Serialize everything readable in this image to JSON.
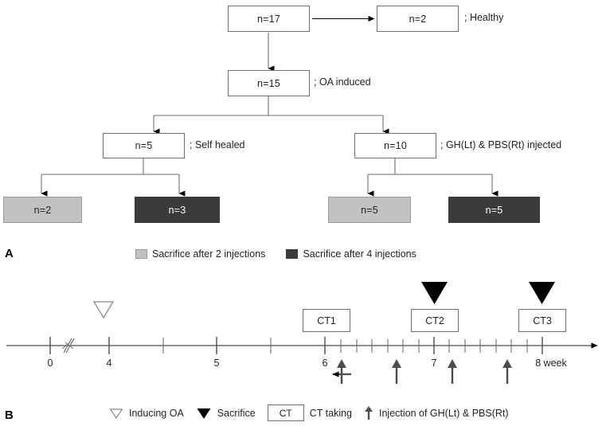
{
  "figure": {
    "panels": [
      {
        "letter": "A"
      },
      {
        "letter": "B"
      }
    ]
  },
  "panel_a": {
    "letter": "A",
    "nodes": {
      "total": {
        "label": "n=17",
        "fill": "white"
      },
      "healthy": {
        "label": "n=2",
        "fill": "white",
        "side_label": "; Healthy"
      },
      "oa_induced": {
        "label": "n=15",
        "fill": "white",
        "side_label": "; OA induced"
      },
      "self_healed": {
        "label": "n=5",
        "fill": "white",
        "side_label": "; Self healed"
      },
      "injected": {
        "label": "n=10",
        "fill": "white",
        "side_label": "; GH(Lt) & PBS(Rt) injected"
      },
      "sh_two": {
        "label": "n=2",
        "fill": "gray"
      },
      "sh_four": {
        "label": "n=3",
        "fill": "dark"
      },
      "inj_two": {
        "label": "n=5",
        "fill": "gray"
      },
      "inj_four": {
        "label": "n=5",
        "fill": "dark"
      }
    },
    "legend": [
      {
        "swatch": "gray",
        "label": "Sacrifice after 2 injections"
      },
      {
        "swatch": "dark",
        "label": "Sacrifice after 4 injections"
      }
    ]
  },
  "panel_b": {
    "letter": "B",
    "axis": {
      "unit_label": "8 week",
      "break_symbol": "axis-break"
    },
    "tick_labels": [
      "0",
      "4",
      "5",
      "6",
      "7",
      "8 week"
    ],
    "ct_nodes": [
      {
        "label": "CT1"
      },
      {
        "label": "CT2"
      },
      {
        "label": "CT3"
      }
    ],
    "markers": {
      "inducing_oa": "open-triangle",
      "sacrifice": "filled-triangle",
      "injection": "up-arrow"
    },
    "legend": [
      {
        "glyph": "open-triangle",
        "label": "Inducing OA"
      },
      {
        "glyph": "filled-triangle",
        "label": "Sacrifice"
      },
      {
        "glyph": "ct-box",
        "label": "CT taking",
        "box_text": "CT"
      },
      {
        "glyph": "up-arrow",
        "label": "Injection of GH(Lt) & PBS(Rt)"
      }
    ]
  },
  "colors": {
    "line": "#6e6e6e",
    "arrow": "#000000",
    "gray_fill": "#c2c2c2",
    "dark_fill": "#3b3b3b",
    "text": "#231f20"
  },
  "chart_data": {
    "type": "diagram",
    "title": "Study design flowchart and experimental timeline",
    "flow": {
      "nodes": [
        {
          "id": "total",
          "n": 17,
          "text": "n=17"
        },
        {
          "id": "healthy",
          "n": 2,
          "text": "n=2",
          "annotation": "Healthy"
        },
        {
          "id": "oa_induced",
          "n": 15,
          "text": "n=15",
          "annotation": "OA induced"
        },
        {
          "id": "self_healed",
          "n": 5,
          "text": "n=5",
          "annotation": "Self healed"
        },
        {
          "id": "injected",
          "n": 10,
          "text": "n=10",
          "annotation": "GH(Lt) & PBS(Rt) injected"
        },
        {
          "id": "sh_two",
          "n": 2,
          "text": "n=2",
          "group": "Sacrifice after 2 injections"
        },
        {
          "id": "sh_four",
          "n": 3,
          "text": "n=3",
          "group": "Sacrifice after 4 injections"
        },
        {
          "id": "inj_two",
          "n": 5,
          "text": "n=5",
          "group": "Sacrifice after 2 injections"
        },
        {
          "id": "inj_four",
          "n": 5,
          "text": "n=5",
          "group": "Sacrifice after 4 injections"
        }
      ],
      "edges": [
        {
          "from": "total",
          "to": "healthy"
        },
        {
          "from": "total",
          "to": "oa_induced"
        },
        {
          "from": "oa_induced",
          "to": "self_healed"
        },
        {
          "from": "oa_induced",
          "to": "injected"
        },
        {
          "from": "self_healed",
          "to": "sh_two"
        },
        {
          "from": "self_healed",
          "to": "sh_four"
        },
        {
          "from": "injected",
          "to": "inj_two"
        },
        {
          "from": "injected",
          "to": "inj_four"
        }
      ]
    },
    "timeline": {
      "xlabel": "week",
      "xlim": [
        0,
        8.25
      ],
      "axis_break_between": [
        0,
        4
      ],
      "major_ticks": [
        0,
        4,
        5,
        6,
        7,
        8
      ],
      "minor_ticks": [
        4.5,
        5.5,
        6.142,
        6.285,
        6.428,
        6.571,
        6.714,
        6.857,
        7.142,
        7.285,
        7.428,
        7.571,
        7.714,
        7.857
      ],
      "events": [
        {
          "type": "inducing-oa",
          "week": 4
        },
        {
          "type": "ct-taking",
          "week": 6,
          "label": "CT1"
        },
        {
          "type": "ct-taking",
          "week": 7,
          "label": "CT2"
        },
        {
          "type": "ct-taking",
          "week": 8,
          "label": "CT3"
        },
        {
          "type": "sacrifice",
          "week": 7
        },
        {
          "type": "sacrifice",
          "week": 8
        },
        {
          "type": "injection",
          "week": 6.15
        },
        {
          "type": "injection",
          "week": 6.6
        },
        {
          "type": "injection",
          "week": 7.15
        },
        {
          "type": "injection",
          "week": 7.6
        }
      ]
    }
  }
}
